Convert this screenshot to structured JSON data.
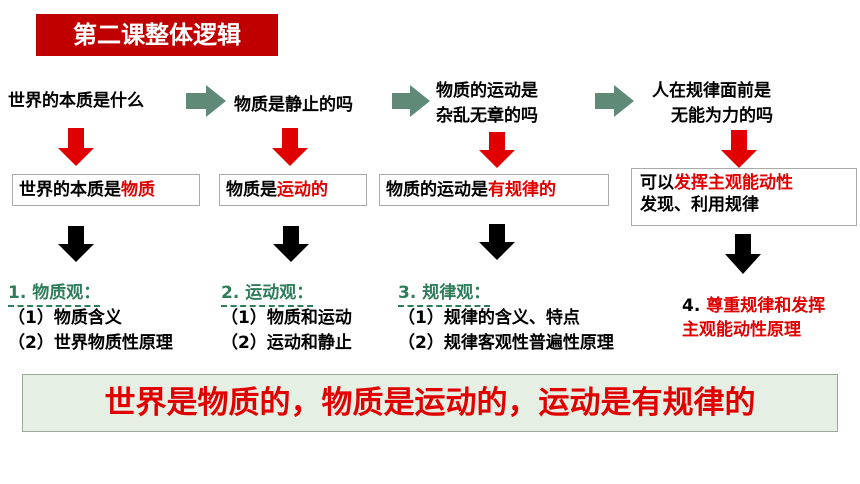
{
  "title": "第二课整体逻辑",
  "questions": [
    "世界的本质是什么",
    "物质是静止的吗",
    "物质的运动是",
    "杂乱无章的吗",
    "人在规律面前是",
    "无能为力的吗"
  ],
  "answers": {
    "a1_prefix": "世界的本质是",
    "a1_red": "物质",
    "a2_prefix": "物质是",
    "a2_red": "运动的",
    "a3_prefix": "物质的运动是",
    "a3_red": "有规律的",
    "a4_prefix": "可以",
    "a4_red": "发挥主观能动性",
    "a4_line2": "发现、利用规律"
  },
  "sections": {
    "s1_title": "1. 物质观：",
    "s1_i1": "（1）物质含义",
    "s1_i2": "（2）世界物质性原理",
    "s2_title": "2. 运动观：",
    "s2_i1": "（1）物质和运动",
    "s2_i2": "（2）运动和静止",
    "s3_title": "3. 规律观：",
    "s3_i1": "（1）规律的含义、特点",
    "s3_i2": "（2）规律客观性普遍性原理",
    "s4_prefix": "4.",
    "s4_line1": "尊重规律和发挥",
    "s4_line2": "主观能动性原理"
  },
  "conclusion": "世界是物质的，物质是运动的，运动是有规律的",
  "colors": {
    "banner": "#c00000",
    "red_text": "#e00000",
    "green_text": "#2e7d5a",
    "gray_arrow": "#5f8a78",
    "red_arrow": "#e00000",
    "black_arrow": "#000000",
    "conclusion_bg": "#e5efe3"
  }
}
